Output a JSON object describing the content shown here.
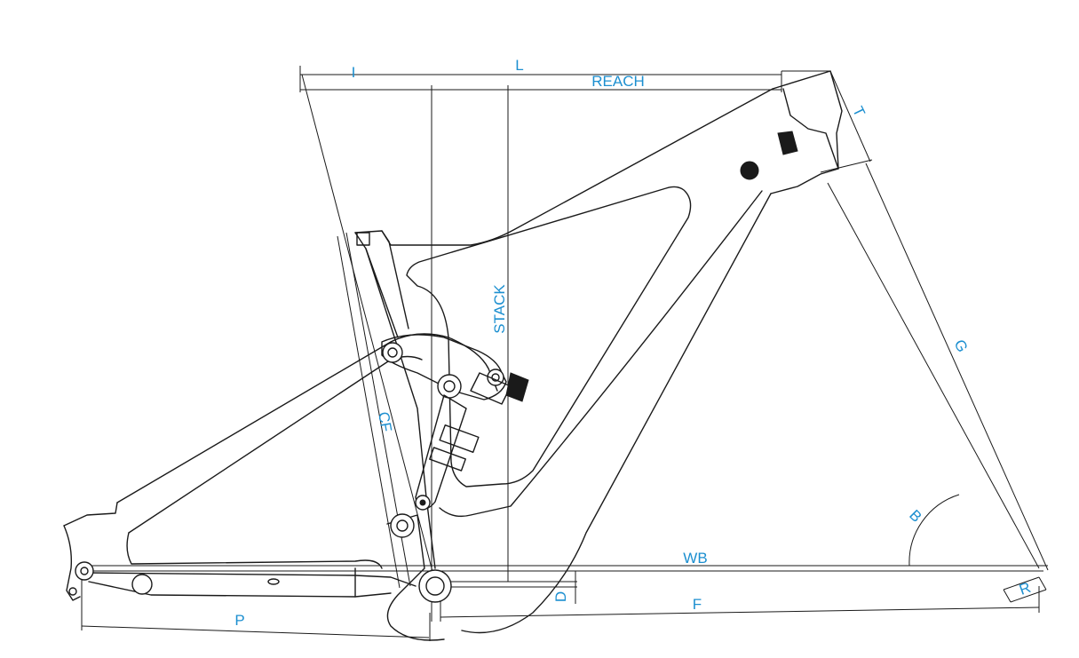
{
  "label_color": "#1c8fd0",
  "line_color": "#1a1a1a",
  "labels": {
    "I": "I",
    "L": "L",
    "REACH": "REACH",
    "T": "T",
    "STACK": "STACK",
    "G": "G",
    "CF": "CF",
    "B": "B",
    "WB": "WB",
    "D": "D",
    "R": "R",
    "F": "F",
    "P": "P"
  }
}
